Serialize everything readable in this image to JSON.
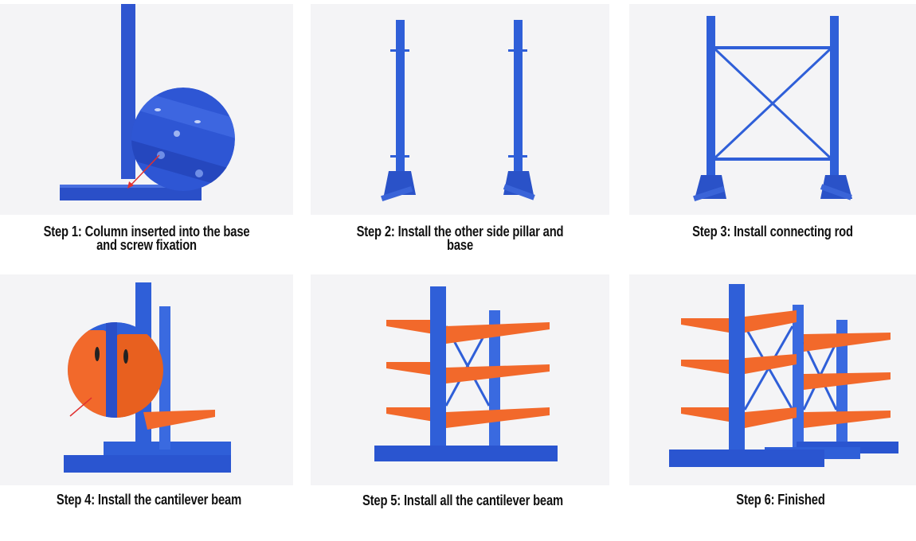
{
  "colors": {
    "steel_blue": "#2f5fd8",
    "beam_orange": "#f2692b",
    "panel_bg": "#f4f4f6"
  },
  "steps": [
    {
      "caption_line1": "Step 1: Column inserted into the base",
      "caption_line2": "and screw fixation"
    },
    {
      "caption_line1": "Step 2: Install the other side pillar and",
      "caption_line2": "base"
    },
    {
      "caption_line1": "Step 3: Install connecting rod",
      "caption_line2": ""
    },
    {
      "caption_line1": "Step 4: Install the cantilever beam",
      "caption_line2": ""
    },
    {
      "caption_line1": "Step 5: Install all the cantilever beam",
      "caption_line2": ""
    },
    {
      "caption_line1": "Step 6: Finished",
      "caption_line2": ""
    }
  ]
}
